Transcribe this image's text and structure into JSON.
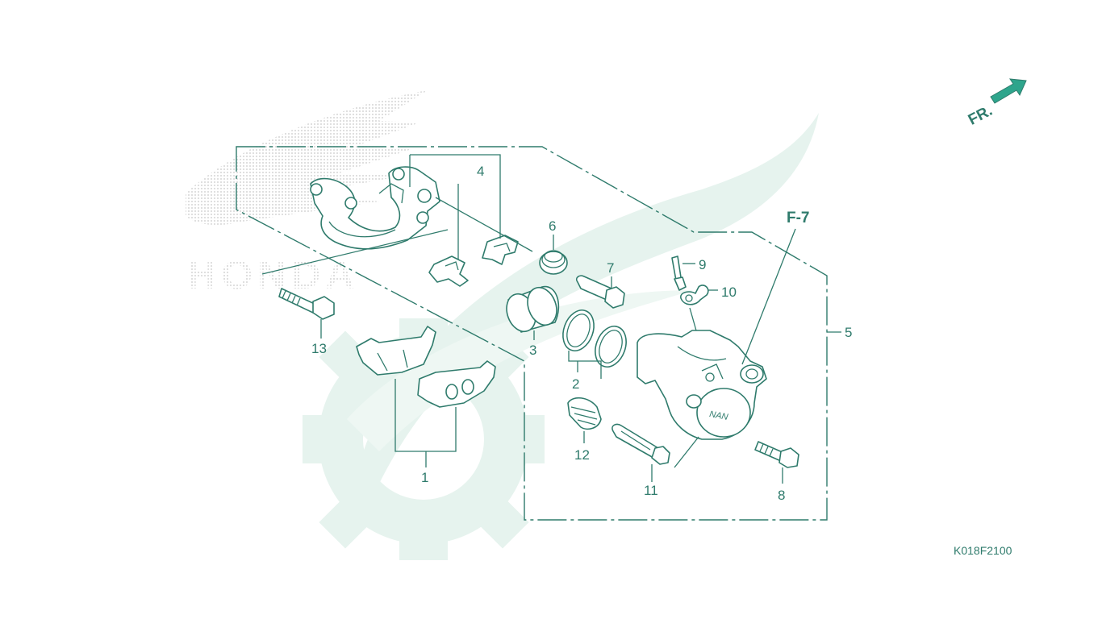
{
  "diagram": {
    "reference_code": "K018F2100",
    "direction_label": "FR.",
    "cross_reference": "F-7",
    "watermark_text": "HONDA",
    "colors": {
      "line": "#2f7b6c",
      "watermark_green": "#e6f3ee",
      "watermark_dots": "#cfcfcf",
      "arrow_fill": "#2ea58c"
    },
    "callouts": [
      "1",
      "2",
      "3",
      "4",
      "5",
      "6",
      "7",
      "8",
      "9",
      "10",
      "11",
      "12",
      "13"
    ]
  }
}
